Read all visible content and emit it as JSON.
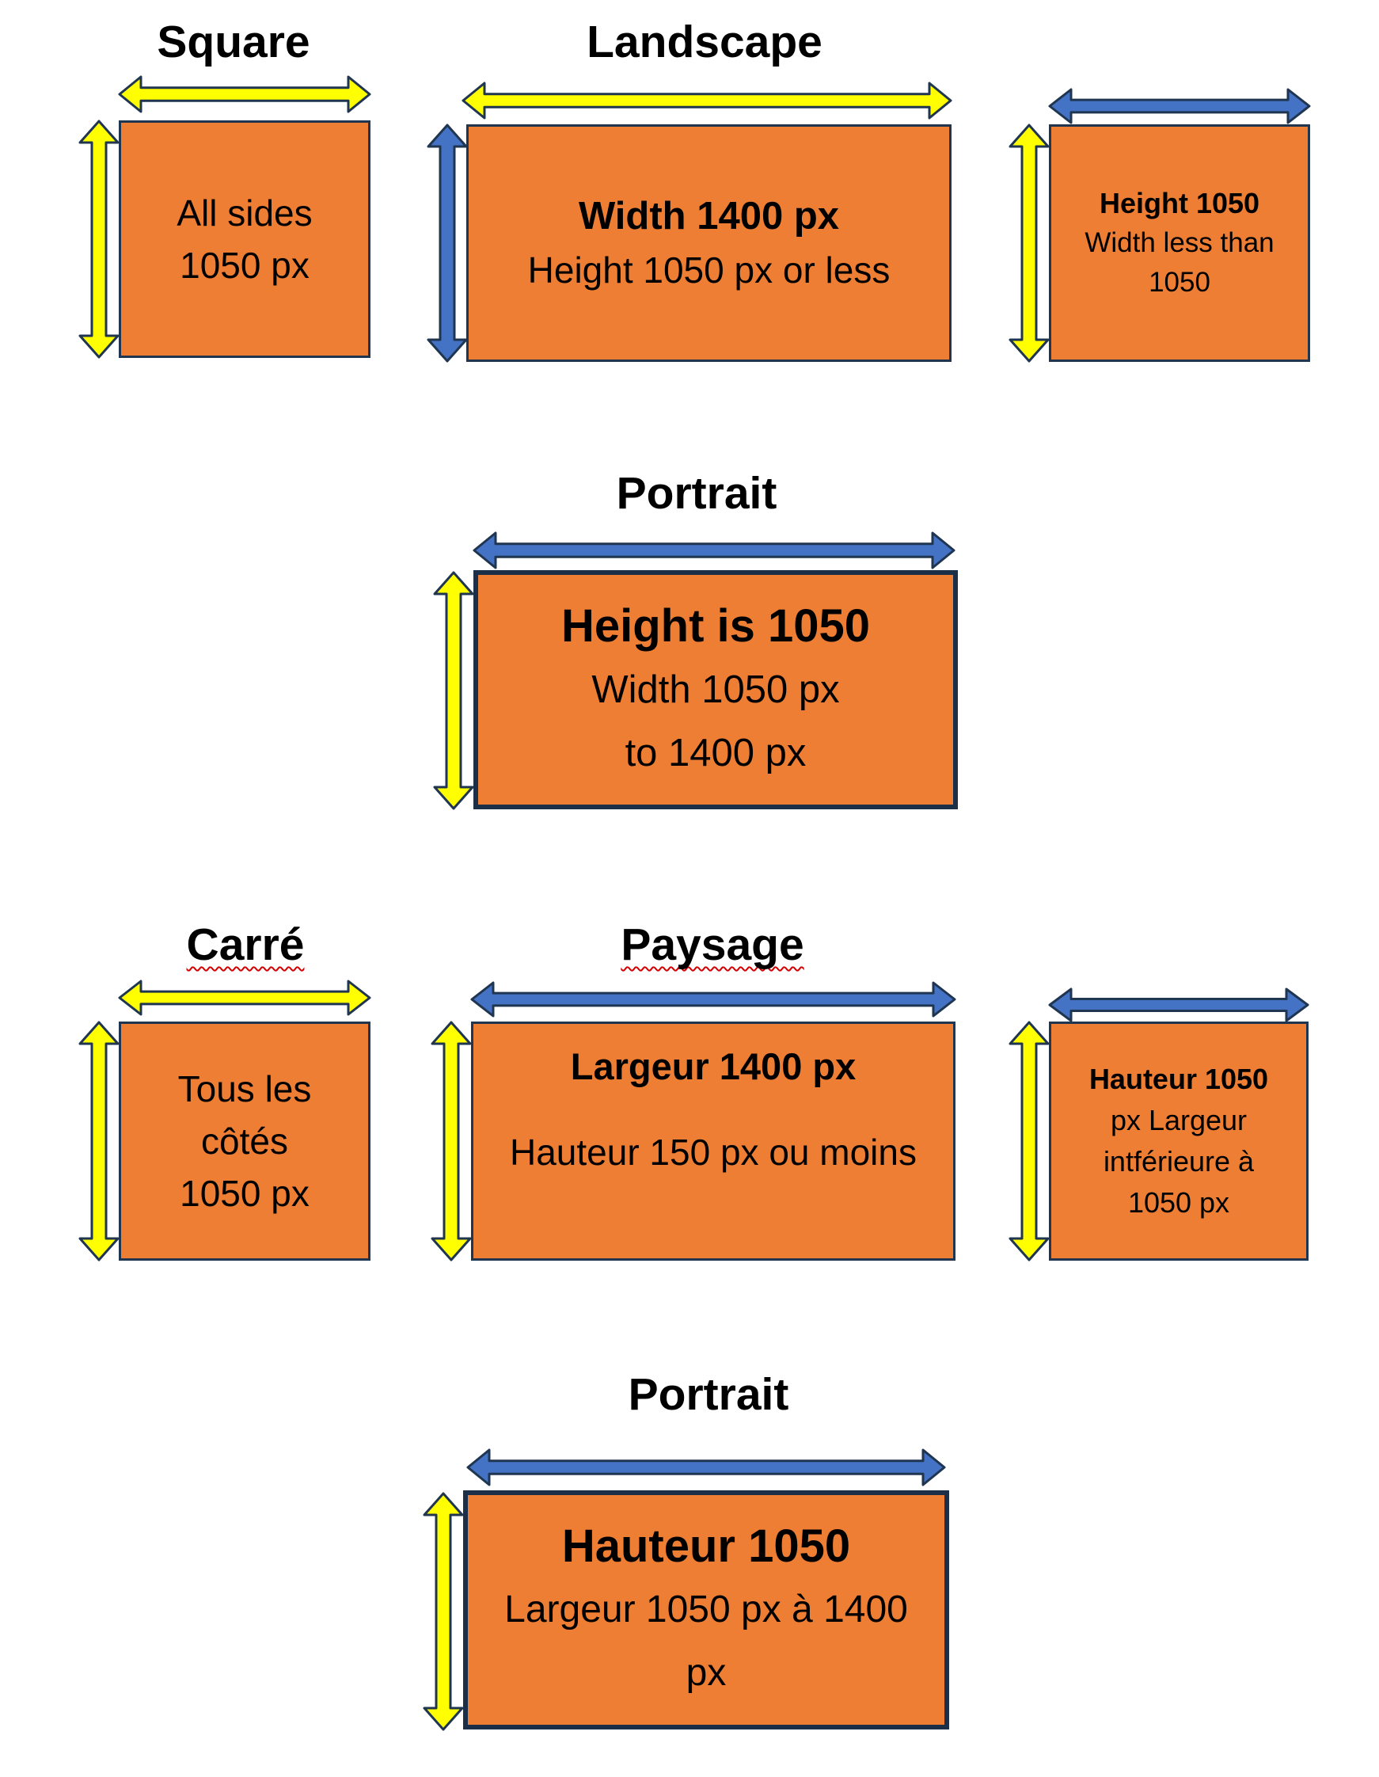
{
  "colors": {
    "box_fill": "#ee7e33",
    "box_border": "#1f3550",
    "arrow_yellow": "#ffff00",
    "arrow_blue": "#4472c4",
    "spell_underline": "#d40000"
  },
  "english": {
    "square": {
      "heading": "Square",
      "lines": [
        "All sides",
        "1050 px"
      ]
    },
    "landscape": {
      "heading": "Landscape",
      "lines": [
        "Width 1400 px",
        "Height 1050 px or less"
      ]
    },
    "tall": {
      "lines": [
        "Height 1050",
        "Width less than",
        "1050"
      ]
    },
    "portrait": {
      "heading": "Portrait",
      "lines": [
        "Height is 1050",
        "Width 1050 px",
        "to 1400 px"
      ]
    }
  },
  "french": {
    "square": {
      "heading": "Carré",
      "lines": [
        "Tous les",
        "côtés",
        "1050 px"
      ]
    },
    "landscape": {
      "heading": "Paysage",
      "lines": [
        "Largeur 1400 px",
        "Hauteur 150 px ou moins"
      ]
    },
    "tall": {
      "lines": [
        "Hauteur 1050",
        "px Largeur",
        "intférieure à",
        "1050 px"
      ]
    },
    "portrait": {
      "heading": "Portrait",
      "lines": [
        "Hauteur 1050",
        "Largeur 1050 px à 1400",
        "px"
      ]
    }
  }
}
